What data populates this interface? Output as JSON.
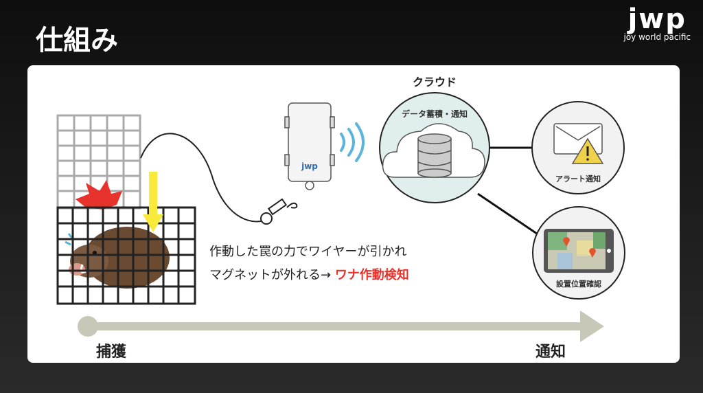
{
  "title": "仕組み",
  "logo": {
    "mark": "jwp",
    "tagline": "joy world pacific"
  },
  "device": {
    "brand": "jwp"
  },
  "cloud": {
    "heading": "クラウド",
    "label": "データ蓄積・通知"
  },
  "alert": {
    "label": "アラート通知"
  },
  "location": {
    "label": "設置位置確認"
  },
  "description": {
    "line1": "作動した罠の力でワイヤーが引かれ",
    "line2_prefix": "マグネットが外れる→ ",
    "line2_highlight": "ワナ作動検知"
  },
  "timeline": {
    "start": "捕獲",
    "end": "通知"
  },
  "colors": {
    "highlight": "#e8322c",
    "wave": "#5ab4dc",
    "arrow": "#c8c8b8",
    "cloud_bg": "#e1eeee"
  }
}
